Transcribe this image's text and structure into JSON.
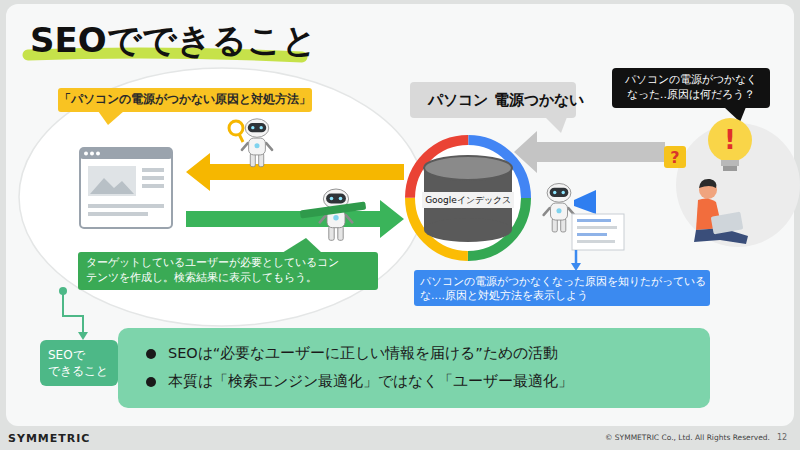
{
  "diagram": {
    "title": "SEOでできること",
    "nodes": [
      {
        "text": [
          "「パソコンの電源がつかない原因と対処方法」"
        ]
      },
      {
        "text": [
          "パソコン 電源つかない"
        ]
      },
      {
        "text": [
          "パソコンの電源がつかなく なった‥原因は何だろう？"
        ]
      },
      {
        "text": [
          "Googleインデックス"
        ]
      },
      {
        "text": [
          "ターゲットしているユーザーが必要としているコン テンツを作成し。検索結果に表示してもらう。"
        ]
      },
      {
        "text": [
          "パソコンの電源がつかなくなった原因を知りたがっている な‥‥原因と対処方法を表示しよう"
        ]
      },
      {
        "text": [
          "SEOで できること"
        ]
      },
      {
        "text": [
          "SEOは“必要なユーザーに正しい情報を届ける”ための活動",
          "本質は「検索エンジン最適化」ではなく「ユーザー最適化」"
        ]
      }
    ],
    "labels": [
      "?",
      "!",
      "SYMMETRIC",
      "© SYMMETRIC Co., Ltd. All Rights Reserved.",
      "12"
    ]
  }
}
